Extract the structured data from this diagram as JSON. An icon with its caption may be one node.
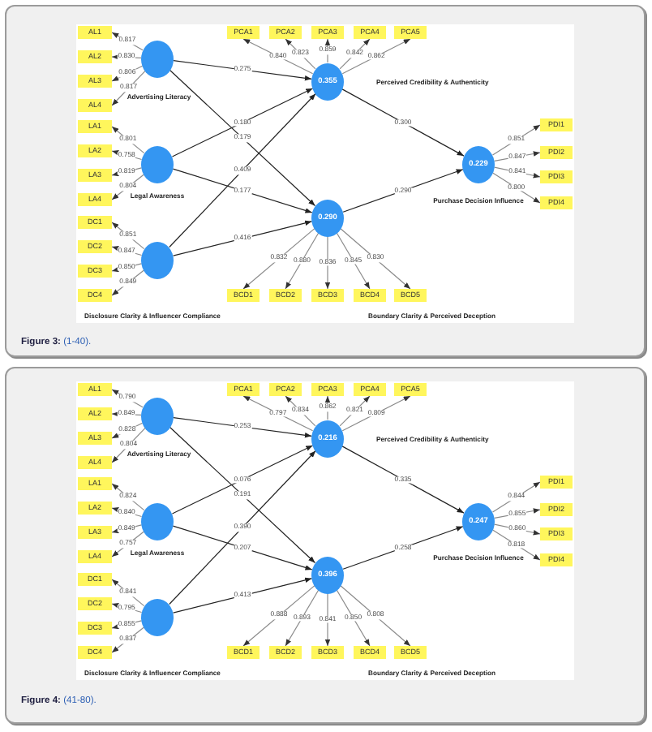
{
  "diagram": {
    "nodes": [
      {
        "text": [
          "**Figure 3:** (1-40)."
        ]
      },
      {
        "text": [],
        "shape": "circle",
        "beside": [
          "Advertising Literacy"
        ],
        "in": 0
      },
      {
        "text": [
          "AL1"
        ],
        "in": 0
      },
      {
        "text": [
          "AL2"
        ],
        "in": 0
      },
      {
        "text": [
          "AL3"
        ],
        "in": 0
      },
      {
        "text": [
          "AL4"
        ],
        "in": 0
      },
      {
        "text": [],
        "shape": "circle",
        "beside": [
          "Legal Awareness"
        ],
        "in": 0
      },
      {
        "text": [
          "LA1"
        ],
        "in": 0
      },
      {
        "text": [
          "LA2"
        ],
        "in": 0
      },
      {
        "text": [
          "LA3"
        ],
        "in": 0
      },
      {
        "text": [
          "LA4"
        ],
        "in": 0
      },
      {
        "text": [],
        "shape": "circle",
        "in": 0
      },
      {
        "text": [
          "DC1"
        ],
        "in": 0
      },
      {
        "text": [
          "DC2"
        ],
        "in": 0
      },
      {
        "text": [
          "DC3"
        ],
        "in": 0
      },
      {
        "text": [
          "DC4"
        ],
        "in": 0
      },
      {
        "text": [
          "0.355"
        ],
        "in": 0
      },
      {
        "text": [
          "PCA1"
        ],
        "in": 0
      },
      {
        "text": [
          "PCA2"
        ],
        "in": 0
      },
      {
        "text": [
          "PCA3"
        ],
        "in": 0
      },
      {
        "text": [
          "PCA4"
        ],
        "in": 0
      },
      {
        "text": [
          "PCA5"
        ],
        "in": 0
      },
      {
        "text": [
          "0.290"
        ],
        "in": 0
      },
      {
        "text": [
          "BCD1"
        ],
        "in": 0
      },
      {
        "text": [
          "BCD2"
        ],
        "in": 0
      },
      {
        "text": [
          "BCD3"
        ],
        "in": 0
      },
      {
        "text": [
          "BCD4"
        ],
        "in": 0
      },
      {
        "text": [
          "BCD5"
        ],
        "in": 0
      },
      {
        "text": [
          "0.229"
        ],
        "beside": [
          "Purchase Decision Influence"
        ],
        "in": 0
      },
      {
        "text": [
          "PDI1"
        ],
        "in": 0
      },
      {
        "text": [
          "PDI2"
        ],
        "in": 0
      },
      {
        "text": [
          "PDI3"
        ],
        "in": 0
      },
      {
        "text": [
          "PDI4"
        ],
        "in": 0
      },
      {
        "text": [
          "**Figure 4:** (41-80)."
        ]
      },
      {
        "text": [],
        "shape": "circle",
        "beside": [
          "Advertising Literacy"
        ],
        "in": 33
      },
      {
        "text": [
          "AL1"
        ],
        "in": 33
      },
      {
        "text": [
          "AL2"
        ],
        "in": 33
      },
      {
        "text": [
          "AL3"
        ],
        "in": 33
      },
      {
        "text": [
          "AL4"
        ],
        "in": 33
      },
      {
        "text": [],
        "shape": "circle",
        "beside": [
          "Legal Awareness"
        ],
        "in": 33
      },
      {
        "text": [
          "LA1"
        ],
        "in": 33
      },
      {
        "text": [
          "LA2"
        ],
        "in": 33
      },
      {
        "text": [
          "LA3"
        ],
        "in": 33
      },
      {
        "text": [
          "LA4"
        ],
        "in": 33
      },
      {
        "text": [],
        "shape": "circle",
        "in": 33
      },
      {
        "text": [
          "DC1"
        ],
        "in": 33
      },
      {
        "text": [
          "DC2"
        ],
        "in": 33
      },
      {
        "text": [
          "DC3"
        ],
        "in": 33
      },
      {
        "text": [
          "DC4"
        ],
        "in": 33
      },
      {
        "text": [
          "0.216"
        ],
        "in": 33
      },
      {
        "text": [
          "PCA1"
        ],
        "in": 33
      },
      {
        "text": [
          "PCA2"
        ],
        "in": 33
      },
      {
        "text": [
          "PCA3"
        ],
        "in": 33
      },
      {
        "text": [
          "PCA4"
        ],
        "in": 33
      },
      {
        "text": [
          "PCA5"
        ],
        "in": 33
      },
      {
        "text": [
          "0.396"
        ],
        "in": 33
      },
      {
        "text": [
          "BCD1"
        ],
        "in": 33
      },
      {
        "text": [
          "BCD2"
        ],
        "in": 33
      },
      {
        "text": [
          "BCD3"
        ],
        "in": 33
      },
      {
        "text": [
          "BCD4"
        ],
        "in": 33
      },
      {
        "text": [
          "BCD5"
        ],
        "in": 33
      },
      {
        "text": [
          "0.247"
        ],
        "beside": [
          "Purchase Decision Influence"
        ],
        "in": 33
      },
      {
        "text": [
          "PDI1"
        ],
        "in": 33
      },
      {
        "text": [
          "PDI2"
        ],
        "in": 33
      },
      {
        "text": [
          "PDI3"
        ],
        "in": 33
      },
      {
        "text": [
          "PDI4"
        ],
        "in": 33
      }
    ],
    "edges": [
      {
        "from": 1,
        "to": 2,
        "label": "0.817",
        "arrow": "to"
      },
      {
        "from": 1,
        "to": 3,
        "label": "0.830",
        "arrow": "to"
      },
      {
        "from": 1,
        "to": 4,
        "label": "0.806",
        "arrow": "to"
      },
      {
        "from": 1,
        "to": 5,
        "label": "0.817",
        "arrow": "to"
      },
      {
        "from": 6,
        "to": 7,
        "label": "0.801",
        "arrow": "to"
      },
      {
        "from": 6,
        "to": 8,
        "label": "0.758",
        "arrow": "to"
      },
      {
        "from": 6,
        "to": 9,
        "label": "0.819",
        "arrow": "to"
      },
      {
        "from": 6,
        "to": 10,
        "label": "0.804",
        "arrow": "to"
      },
      {
        "from": 11,
        "to": 12,
        "label": "0.851",
        "arrow": "to"
      },
      {
        "from": 11,
        "to": 13,
        "label": "0.847",
        "arrow": "to"
      },
      {
        "from": 11,
        "to": 14,
        "label": "0.850",
        "arrow": "to"
      },
      {
        "from": 11,
        "to": 15,
        "label": "0.849",
        "arrow": "to"
      },
      {
        "from": 16,
        "to": 17,
        "label": "0.840",
        "arrow": "to"
      },
      {
        "from": 16,
        "to": 18,
        "label": "0.823",
        "arrow": "to"
      },
      {
        "from": 16,
        "to": 19,
        "label": "0.859",
        "arrow": "to"
      },
      {
        "from": 16,
        "to": 20,
        "label": "0.842",
        "arrow": "to"
      },
      {
        "from": 16,
        "to": 21,
        "label": "0.862",
        "arrow": "to"
      },
      {
        "from": 22,
        "to": 23,
        "label": "0.832",
        "arrow": "to"
      },
      {
        "from": 22,
        "to": 24,
        "label": "0.880",
        "arrow": "to"
      },
      {
        "from": 22,
        "to": 25,
        "label": "0.836",
        "arrow": "to"
      },
      {
        "from": 22,
        "to": 26,
        "label": "0.845",
        "arrow": "to"
      },
      {
        "from": 22,
        "to": 27,
        "label": "0.830",
        "arrow": "to"
      },
      {
        "from": 28,
        "to": 29,
        "label": "0.851",
        "arrow": "to"
      },
      {
        "from": 28,
        "to": 30,
        "label": "0.847",
        "arrow": "to"
      },
      {
        "from": 28,
        "to": 31,
        "label": "0.841",
        "arrow": "to"
      },
      {
        "from": 28,
        "to": 32,
        "label": "0.800",
        "arrow": "to"
      },
      {
        "from": 1,
        "to": 16,
        "label": "0.275",
        "arrow": "to",
        "color": "#222222"
      },
      {
        "from": 1,
        "to": 22,
        "label": "0.179",
        "arrow": "to",
        "color": "#222222"
      },
      {
        "from": 6,
        "to": 16,
        "label": "0.180",
        "arrow": "to",
        "color": "#222222"
      },
      {
        "from": 6,
        "to": 22,
        "label": "0.177",
        "arrow": "to",
        "color": "#222222"
      },
      {
        "from": 11,
        "to": 16,
        "label": "0.409",
        "arrow": "to",
        "color": "#222222"
      },
      {
        "from": 11,
        "to": 22,
        "label": "0.416",
        "arrow": "to",
        "color": "#222222"
      },
      {
        "from": 16,
        "to": 28,
        "label": "0.300",
        "arrow": "to",
        "color": "#222222"
      },
      {
        "from": 22,
        "to": 28,
        "label": "0.290",
        "arrow": "to",
        "color": "#222222"
      },
      {
        "from": 34,
        "to": 35,
        "label": "0.790",
        "arrow": "to"
      },
      {
        "from": 34,
        "to": 36,
        "label": "0.849",
        "arrow": "to"
      },
      {
        "from": 34,
        "to": 37,
        "label": "0.828",
        "arrow": "to"
      },
      {
        "from": 34,
        "to": 38,
        "label": "0.804",
        "arrow": "to"
      },
      {
        "from": 39,
        "to": 40,
        "label": "0.824",
        "arrow": "to"
      },
      {
        "from": 39,
        "to": 41,
        "label": "0.840",
        "arrow": "to"
      },
      {
        "from": 39,
        "to": 42,
        "label": "0.849",
        "arrow": "to"
      },
      {
        "from": 39,
        "to": 43,
        "label": "0.757",
        "arrow": "to"
      },
      {
        "from": 44,
        "to": 45,
        "label": "0.841",
        "arrow": "to"
      },
      {
        "from": 44,
        "to": 46,
        "label": "0.795",
        "arrow": "to"
      },
      {
        "from": 44,
        "to": 47,
        "label": "0.855",
        "arrow": "to"
      },
      {
        "from": 44,
        "to": 48,
        "label": "0.837",
        "arrow": "to"
      },
      {
        "from": 49,
        "to": 50,
        "label": "0.797",
        "arrow": "to"
      },
      {
        "from": 49,
        "to": 51,
        "label": "0.834",
        "arrow": "to"
      },
      {
        "from": 49,
        "to": 52,
        "label": "0.862",
        "arrow": "to"
      },
      {
        "from": 49,
        "to": 53,
        "label": "0.821",
        "arrow": "to"
      },
      {
        "from": 49,
        "to": 54,
        "label": "0.809",
        "arrow": "to"
      },
      {
        "from": 55,
        "to": 56,
        "label": "0.888",
        "arrow": "to"
      },
      {
        "from": 55,
        "to": 57,
        "label": "0.893",
        "arrow": "to"
      },
      {
        "from": 55,
        "to": 58,
        "label": "0.841",
        "arrow": "to"
      },
      {
        "from": 55,
        "to": 59,
        "label": "0.850",
        "arrow": "to"
      },
      {
        "from": 55,
        "to": 60,
        "label": "0.808",
        "arrow": "to"
      },
      {
        "from": 61,
        "to": 62,
        "label": "0.844",
        "arrow": "to"
      },
      {
        "from": 61,
        "to": 63,
        "label": "0.855",
        "arrow": "to"
      },
      {
        "from": 61,
        "to": 64,
        "label": "0.860",
        "arrow": "to"
      },
      {
        "from": 61,
        "to": 65,
        "label": "0.818",
        "arrow": "to"
      },
      {
        "from": 34,
        "to": 49,
        "label": "0.253",
        "arrow": "to",
        "color": "#222222"
      },
      {
        "from": 34,
        "to": 55,
        "label": "0.191",
        "arrow": "to",
        "color": "#222222"
      },
      {
        "from": 39,
        "to": 49,
        "label": "0.076",
        "arrow": "to",
        "color": "#222222"
      },
      {
        "from": 39,
        "to": 55,
        "label": "0.207",
        "arrow": "to",
        "color": "#222222"
      },
      {
        "from": 44,
        "to": 49,
        "label": "0.390",
        "arrow": "to",
        "color": "#222222"
      },
      {
        "from": 44,
        "to": 55,
        "label": "0.413",
        "arrow": "to",
        "color": "#222222"
      },
      {
        "from": 49,
        "to": 61,
        "label": "0.335",
        "arrow": "to",
        "color": "#222222"
      },
      {
        "from": 55,
        "to": 61,
        "label": "0.258",
        "arrow": "to",
        "color": "#222222"
      }
    ],
    "labels": [
      "Perceived Credibility & Authenticity",
      "Disclosure Clarity & Influencer Compliance",
      "Boundary Clarity & Perceived Deception",
      "Perceived Credibility & Authenticity",
      "Disclosure Clarity & Influencer Compliance",
      "Boundary Clarity & Perceived Deception"
    ]
  }
}
